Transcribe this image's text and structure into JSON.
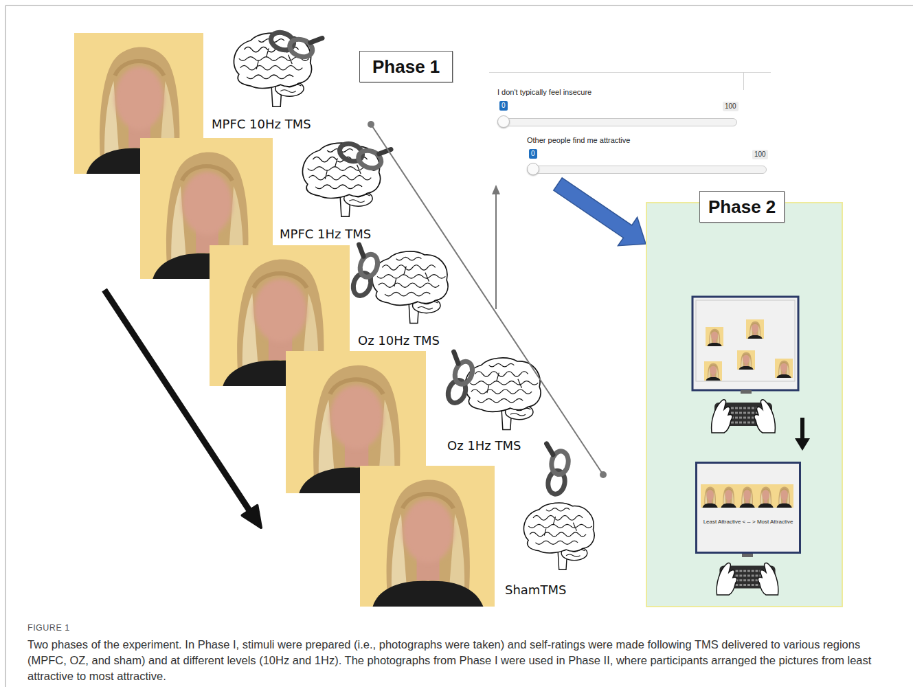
{
  "diagram": {
    "caption": "Two phases of the experiment. In Phase I, stimuli were prepared (i.e., photographs were taken) and self-ratings were made following TMS delivered to various regions (MPFC, OZ, and sham) and at different levels (10Hz and 1Hz). The photographs from Phase I were used in Phase II, where participants arranged the pictures from least attractive to most attractive.",
    "nodes": [
      {
        "text": [
          "Phase 1"
        ]
      },
      {
        "text": [
          "I don't typically feel insecure",
          "0",
          "100",
          "Other people find me attractive",
          "0",
          "100"
        ]
      },
      {
        "text": [
          "Phase 2"
        ]
      },
      {
        "text": [
          "Least Attractive < -- > Most Attractive"
        ],
        "in": 2
      }
    ],
    "edges": [
      {
        "from": 1,
        "to": 2,
        "arrow": "to"
      }
    ],
    "labels": [
      "MPFC 10Hz TMS",
      "MPFC 1Hz TMS",
      "Oz 10Hz TMS",
      "Oz 1Hz TMS",
      "ShamTMS",
      "FIGURE 1"
    ]
  }
}
